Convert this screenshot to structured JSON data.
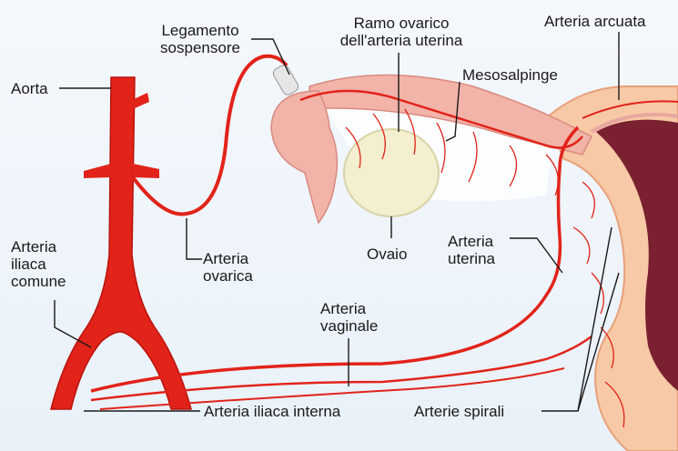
{
  "labels": {
    "aorta": "Aorta",
    "legamento_line1": "Legamento",
    "legamento_line2": "sospensore",
    "ramo_line1": "Ramo ovarico",
    "ramo_line2": "dell'arteria uterina",
    "arcuata": "Arteria arcuata",
    "mesosalpinge": "Mesosalpinge",
    "iliaca_comune_line1": "Arteria",
    "iliaca_comune_line2": "iliaca",
    "iliaca_comune_line3": "comune",
    "ovarica_line1": "Arteria",
    "ovarica_line2": "ovarica",
    "ovaio": "Ovaio",
    "uterina_line1": "Arteria",
    "uterina_line2": "uterina",
    "vaginale_line1": "Arteria",
    "vaginale_line2": "vaginale",
    "iliaca_interna": "Arteria iliaca interna",
    "spirali": "Arterie spirali"
  },
  "colors": {
    "artery": "#e2231a",
    "artery_dark": "#b8130d",
    "ovary": "#f3efcf",
    "tube": "#f2b3a8",
    "uterus_wall": "#f7c9a6",
    "uterus_cavity": "#7a2030",
    "mesosalpinx": "#ffffff",
    "leader": "#1a1a1a"
  }
}
